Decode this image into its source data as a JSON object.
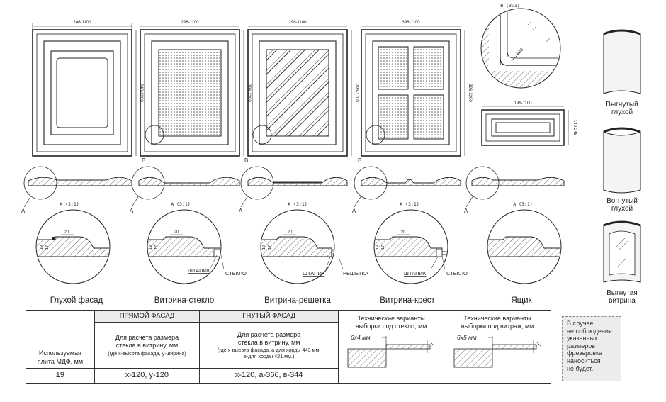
{
  "dims": {
    "d1_w": "246-1100",
    "d1_h": "246-2200",
    "d2_w": "296-1100",
    "d2_h": "296-2200",
    "d3_w": "296-1100",
    "d3_h": "296-1700",
    "d4_w": "396-1100",
    "d4_h": "396-2200",
    "drawer_w": "196-1100",
    "drawer_h": "140-245",
    "radius": "R10"
  },
  "markers": {
    "a": "A",
    "b": "B"
  },
  "view_labels": {
    "a": "A (3:1)",
    "b": "B (3:1)"
  },
  "section": {
    "d20": "20",
    "d19": "19",
    "d17": "17"
  },
  "captions": [
    "Глухой фасад",
    "Витрина-стекло",
    "Витрина-решетка",
    "Витрина-крест",
    "Ящик"
  ],
  "parts": {
    "shtapik": "ШТАПИК",
    "steklo": "СТЕКЛО",
    "reshetka": "РЕШЕТКА"
  },
  "curved": [
    {
      "l1": "Выгнутый",
      "l2": "глухой"
    },
    {
      "l1": "Вогнутый",
      "l2": "глухой"
    },
    {
      "l1": "Выгнутая",
      "l2": "витрина"
    }
  ],
  "table": {
    "mdf_label_1": "Используемая",
    "mdf_label_2": "плита МДФ, мм",
    "mdf_value": "19",
    "straight_header": "ПРЯМОЙ ФАСАД",
    "straight_desc_1": "Для расчета размера",
    "straight_desc_2": "стекла в витрину, мм",
    "straight_note": "(где х-высота фасада, у-ширина)",
    "straight_value": "х-120, у-120",
    "curved_header": "ГНУТЫЙ ФАСАД",
    "curved_desc_1": "Для расчета размера",
    "curved_desc_2": "стекла в витрину, мм",
    "curved_note_1": "(где х-высота фасада, а-для хорды 443 мм,",
    "curved_note_2": "в-для хорды 421 мм.)",
    "curved_value": "х-120, а-366, в-344",
    "glass_title_1": "Технические варианты",
    "glass_title_2": "выборки под стекло, мм",
    "glass_dim": "6х4  мм",
    "vitrazh_title_1": "Технические варианты",
    "vitrazh_title_2": "выборки под витраж, мм",
    "vitrazh_dim": "6х5  мм"
  },
  "notice": [
    "В случае",
    "не соблюдения",
    "указанных",
    "размеров",
    "фрезеровка",
    "наноситься",
    "не будет."
  ]
}
